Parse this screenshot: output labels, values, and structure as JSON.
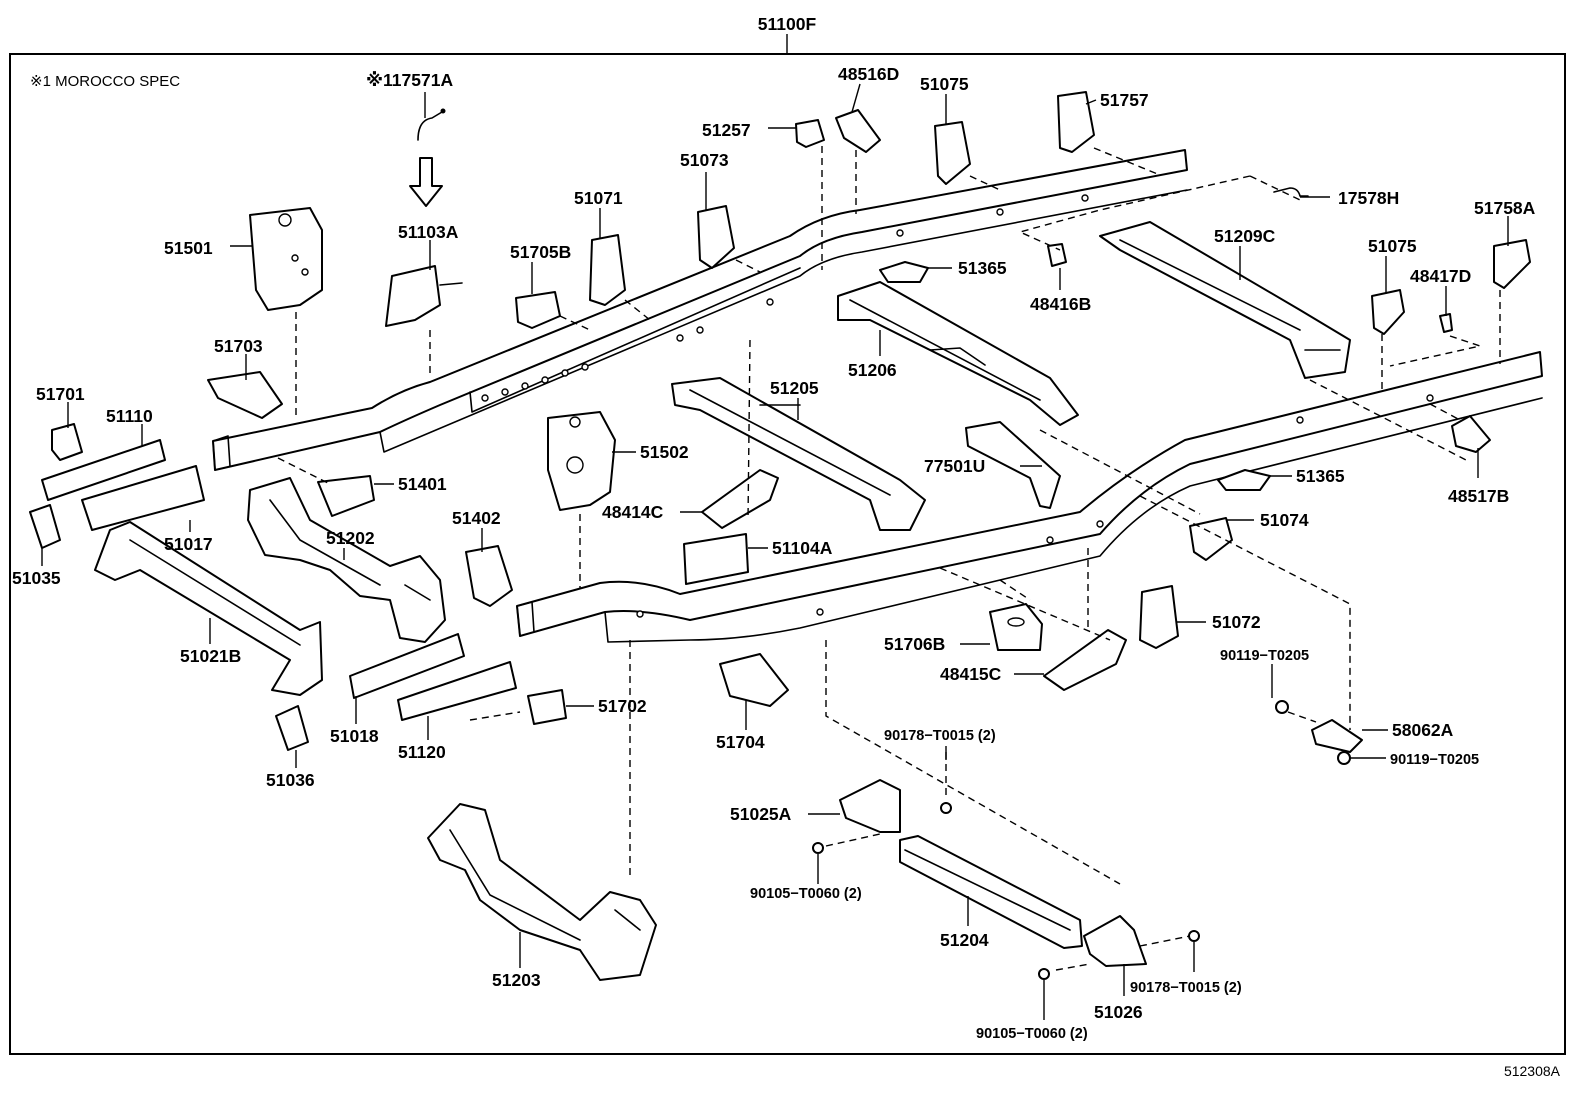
{
  "diagram": {
    "assembly_label": "51100F",
    "note": "※1 MOROCCO SPEC",
    "ref_code": "512308A",
    "parts": {
      "p117571A": "※117571A",
      "p51103A": "51103A",
      "p48516D": "48516D",
      "p51075a": "51075",
      "p51757": "51757",
      "p51257": "51257",
      "p51073": "51073",
      "p51071": "51071",
      "p51705B": "51705B",
      "p51501": "51501",
      "p17578H": "17578H",
      "p51758A": "51758A",
      "p51209C": "51209C",
      "p51075b": "51075",
      "p48417D": "48417D",
      "p51365a": "51365",
      "p48416B": "48416B",
      "p51206": "51206",
      "p51703": "51703",
      "p51701": "51701",
      "p51110": "51110",
      "p51205": "51205",
      "p51502": "51502",
      "p77501U": "77501U",
      "p51365b": "51365",
      "p48517B": "48517B",
      "p51401": "51401",
      "p51017": "51017",
      "p51035": "51035",
      "p51202": "51202",
      "p48414C": "48414C",
      "p51074": "51074",
      "p51402": "51402",
      "p51104A": "51104A",
      "p51021B": "51021B",
      "p51706B": "51706B",
      "p51072": "51072",
      "p48415C": "48415C",
      "p90119a": "90119−T0205",
      "p51702": "51702",
      "p58062A": "58062A",
      "p90119b": "90119−T0205",
      "p51018": "51018",
      "p51120": "51120",
      "p51704": "51704",
      "p90178a": "90178−T0015 (2)",
      "p51036": "51036",
      "p51025A": "51025A",
      "p90105a": "90105−T0060 (2)",
      "p51204": "51204",
      "p51203": "51203",
      "p90178b": "90178−T0015 (2)",
      "p51026": "51026",
      "p90105b": "90105−T0060 (2)"
    }
  }
}
